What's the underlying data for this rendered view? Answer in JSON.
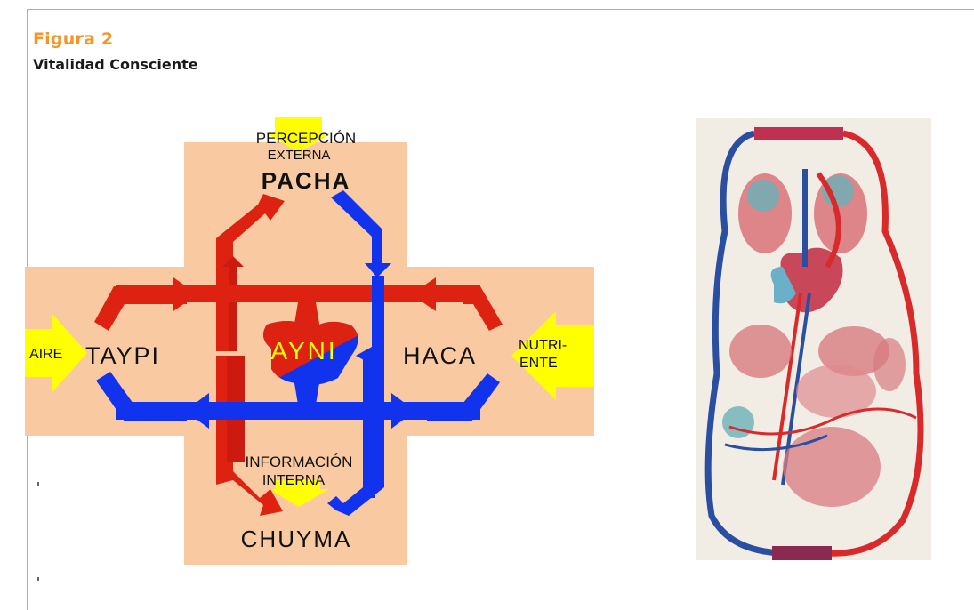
{
  "figure": {
    "label": "Figura 2",
    "title": "Vitalidad Consciente"
  },
  "diagram": {
    "top_label_line1": "PERCEPCIÓN",
    "top_label_line2": "EXTERNA",
    "top_word": "PACHA",
    "left_arrow_label": "AIRE",
    "left_word": "TAYPI",
    "center_word": "AYNI",
    "right_word": "HACA",
    "right_arrow_line1": "NUTRI-",
    "right_arrow_line2": "ENTE",
    "bottom_label_line1": "INFORMACIÓN",
    "bottom_label_line2": "INTERNA",
    "bottom_word": "CHUYMA"
  },
  "colors": {
    "frame": "#f0a040",
    "figure_label": "#f0962a",
    "cross_fill": "#f9c9a2",
    "red_flow": "#dd2211",
    "blue_flow": "#1133ee",
    "yellow_arrow": "#ffff00"
  }
}
